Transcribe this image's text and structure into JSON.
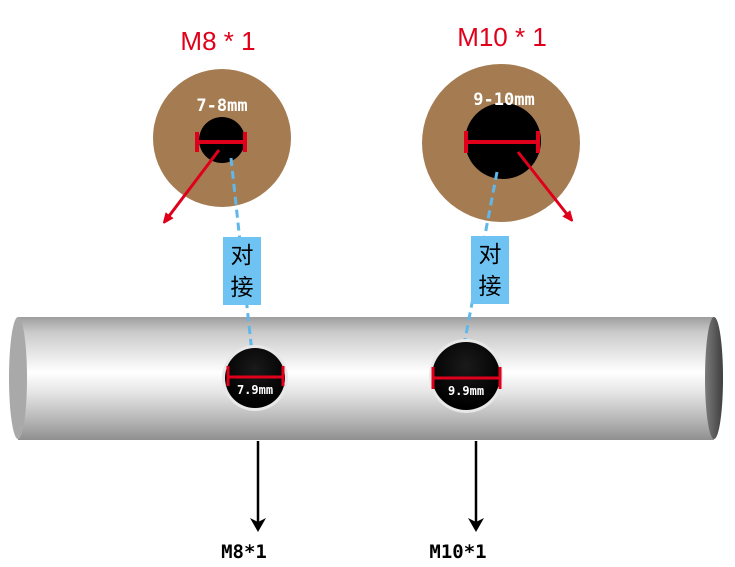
{
  "colors": {
    "accent_red": "#e0001b",
    "ring_brown": "#a57c52",
    "tag_blue": "#6ec3f2",
    "dashed_line": "#5fb7ea",
    "tube_gray": "#b9b9b9"
  },
  "left": {
    "title": "M8 * 1",
    "ring_range": "7-8mm",
    "connect_tag": "对接",
    "hole_size": "7.9mm",
    "bottom_label": "M8*1"
  },
  "right": {
    "title": "M10 * 1",
    "ring_range": "9-10mm",
    "connect_tag": "对接",
    "hole_size": "9.9mm",
    "bottom_label": "M10*1"
  }
}
